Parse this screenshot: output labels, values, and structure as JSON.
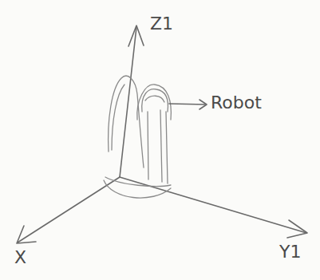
{
  "diagram": {
    "labels": [
      "Z1",
      "Robot",
      "X",
      "Y1"
    ]
  }
}
